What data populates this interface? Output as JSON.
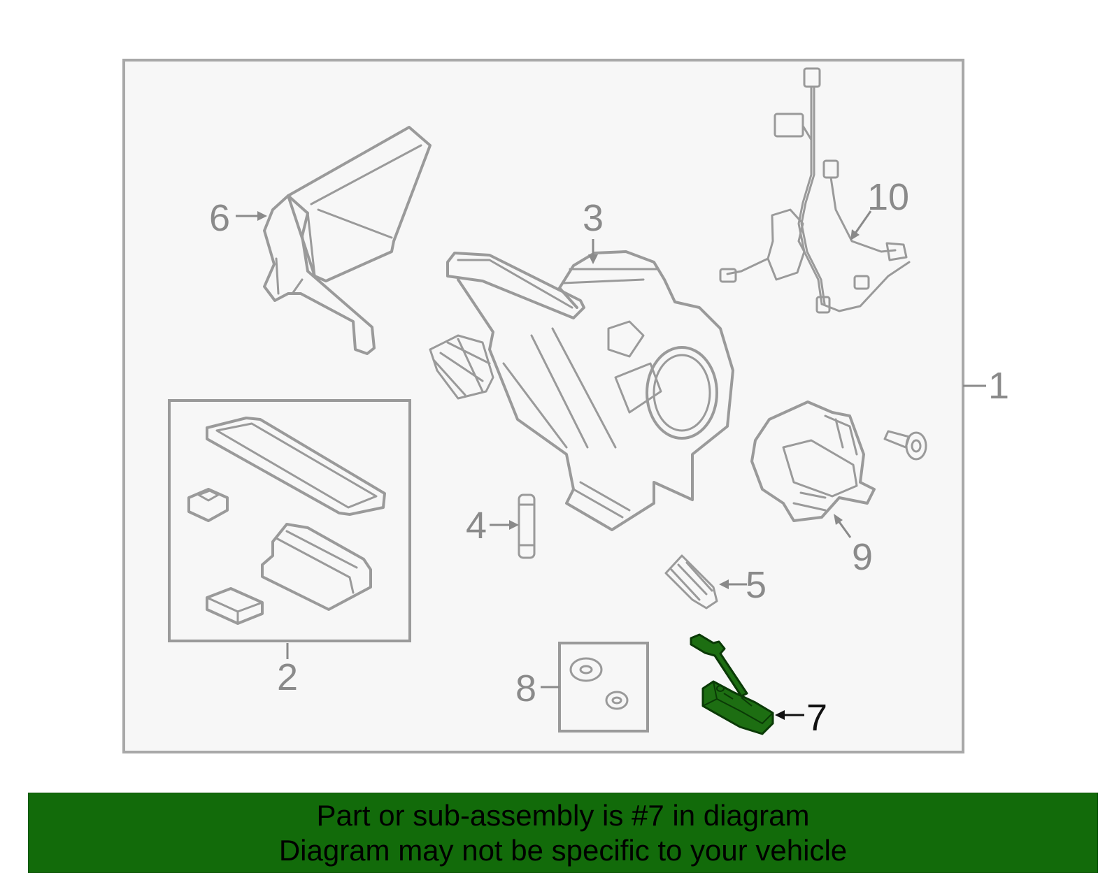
{
  "callouts": {
    "c1": "1",
    "c2": "2",
    "c3": "3",
    "c4": "4",
    "c5": "5",
    "c6": "6",
    "c7": "7",
    "c8": "8",
    "c9": "9",
    "c10": "10"
  },
  "highlight_part": "7",
  "colors": {
    "banner_bg": "#126b0a",
    "part_highlight": "#1d6e12",
    "part_stroke": "#9a9a9a",
    "frame_bg": "#f7f7f7"
  },
  "banner": {
    "line1": "Part or sub-assembly is #7 in diagram",
    "line2": "Diagram may not be specific to your vehicle"
  }
}
